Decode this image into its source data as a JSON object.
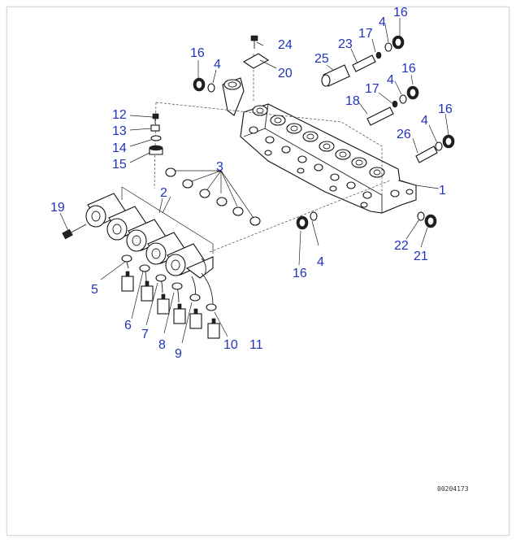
{
  "diagram": {
    "callouts": [
      {
        "id": "c16a",
        "text": "16"
      },
      {
        "id": "c4a",
        "text": "4"
      },
      {
        "id": "c24",
        "text": "24"
      },
      {
        "id": "c20",
        "text": "20"
      },
      {
        "id": "c25",
        "text": "25"
      },
      {
        "id": "c23",
        "text": "23"
      },
      {
        "id": "c17a",
        "text": "17"
      },
      {
        "id": "c4b",
        "text": "4"
      },
      {
        "id": "c16b",
        "text": "16"
      },
      {
        "id": "c16c",
        "text": "16"
      },
      {
        "id": "c4c",
        "text": "4"
      },
      {
        "id": "c17b",
        "text": "17"
      },
      {
        "id": "c18",
        "text": "18"
      },
      {
        "id": "c16d",
        "text": "16"
      },
      {
        "id": "c4d",
        "text": "4"
      },
      {
        "id": "c26",
        "text": "26"
      },
      {
        "id": "c12",
        "text": "12"
      },
      {
        "id": "c13",
        "text": "13"
      },
      {
        "id": "c14",
        "text": "14"
      },
      {
        "id": "c15",
        "text": "15"
      },
      {
        "id": "c3",
        "text": "3"
      },
      {
        "id": "c2",
        "text": "2"
      },
      {
        "id": "c1",
        "text": "1"
      },
      {
        "id": "c19",
        "text": "19"
      },
      {
        "id": "c22",
        "text": "22"
      },
      {
        "id": "c21",
        "text": "21"
      },
      {
        "id": "c16e",
        "text": "16"
      },
      {
        "id": "c4e",
        "text": "4"
      },
      {
        "id": "c5",
        "text": "5"
      },
      {
        "id": "c6",
        "text": "6"
      },
      {
        "id": "c7",
        "text": "7"
      },
      {
        "id": "c8",
        "text": "8"
      },
      {
        "id": "c9",
        "text": "9"
      },
      {
        "id": "c10",
        "text": "10"
      },
      {
        "id": "c11",
        "text": "11"
      }
    ],
    "drawing_number": "00204173"
  }
}
